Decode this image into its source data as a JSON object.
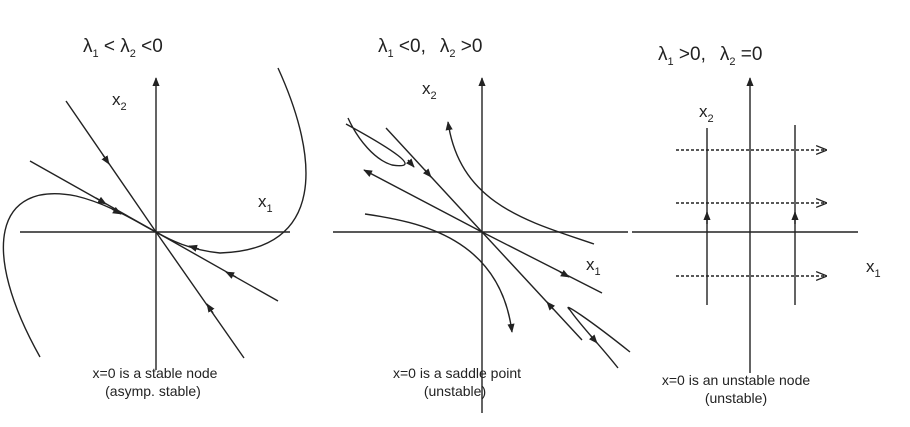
{
  "panels": [
    {
      "title": {
        "a": "λ",
        "a_sub": "1",
        "rel1": " < ",
        "b": "λ",
        "b_sub": "2",
        "rel2": " <0"
      },
      "x1_label": {
        "main": "x",
        "sub": "1"
      },
      "x2_label": {
        "main": "x",
        "sub": "2"
      },
      "caption_line1": "x=0 is a stable node",
      "caption_line2": "(asymp. stable)"
    },
    {
      "title": {
        "a": "λ",
        "a_sub": "1",
        "rel1": " <0,",
        "b": "λ",
        "b_sub": "2",
        "rel2": " >0"
      },
      "x1_label": {
        "main": "x",
        "sub": "1"
      },
      "x2_label": {
        "main": "x",
        "sub": "2"
      },
      "caption_line1": "x=0 is a saddle point",
      "caption_line2": "(unstable)"
    },
    {
      "title": {
        "a": "λ",
        "a_sub": "1",
        "rel1": " >0,",
        "b": "λ",
        "b_sub": "2",
        "rel2": " =0"
      },
      "x1_label": {
        "main": "x",
        "sub": "1"
      },
      "x2_label": {
        "main": "x",
        "sub": "2"
      },
      "caption_line1": "x=0 is an unstable node",
      "caption_line2": "(unstable)"
    }
  ],
  "colors": {
    "stroke": "#222222",
    "background": "#ffffff"
  }
}
